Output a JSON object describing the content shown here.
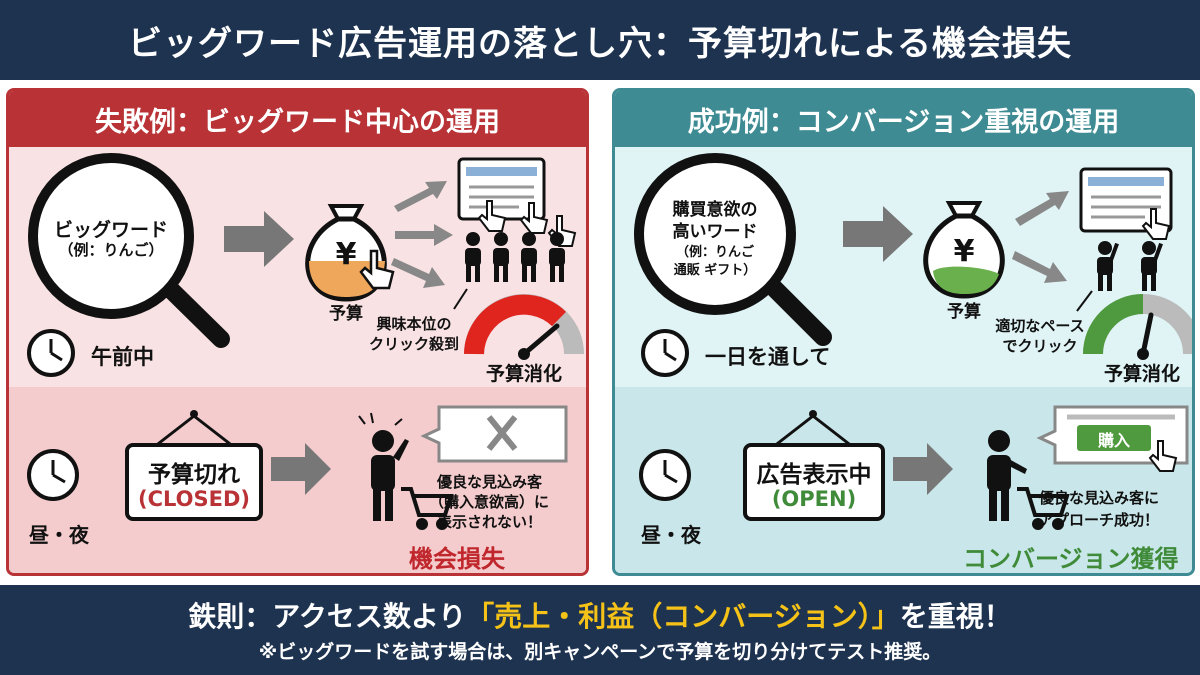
{
  "header": {
    "title": "ビッグワード広告運用の落とし穴：予算切れによる機会損失"
  },
  "failure": {
    "title": "失敗例：ビッグワード中心の運用",
    "keyword_line1": "ビッグワード",
    "keyword_line2": "（例：りんご）",
    "budget_label": "予算",
    "time_morning": "午前中",
    "clicks_line1": "興味本位の",
    "clicks_line2": "クリック殺到",
    "gauge_label": "予算消化",
    "time_daynight": "昼・夜",
    "sign_line1": "予算切れ",
    "sign_line2": "(CLOSED)",
    "result_line1": "優良な見込み客",
    "result_line2": "（購入意欲高）に",
    "result_line3": "表示されない！",
    "loss_label": "機会損失",
    "accent": "#b83236"
  },
  "success": {
    "title": "成功例：コンバージョン重視の運用",
    "keyword_line1": "購買意欲の",
    "keyword_line2": "高いワード",
    "keyword_line3": "（例：りんご",
    "keyword_line4": "通販 ギフト）",
    "budget_label": "予算",
    "time_allday": "一日を通して",
    "clicks_line1": "適切なペース",
    "clicks_line2": "でクリック",
    "gauge_label": "予算消化",
    "time_daynight": "昼・夜",
    "sign_line1": "広告表示中",
    "sign_line2": "(OPEN)",
    "buy_button": "購入",
    "result_line1": "優良な見込み客に",
    "result_line2": "アプローチ成功！",
    "win_label": "コンバージョン獲得",
    "accent": "#3e8b93"
  },
  "footer": {
    "rule_prefix": "鉄則：アクセス数より",
    "rule_highlight": "「売上・利益（コンバージョン）」",
    "rule_suffix": "を重視！",
    "note": "※ビッグワードを試す場合は、別キャンペーンで予算を切り分けてテスト推奨。"
  }
}
